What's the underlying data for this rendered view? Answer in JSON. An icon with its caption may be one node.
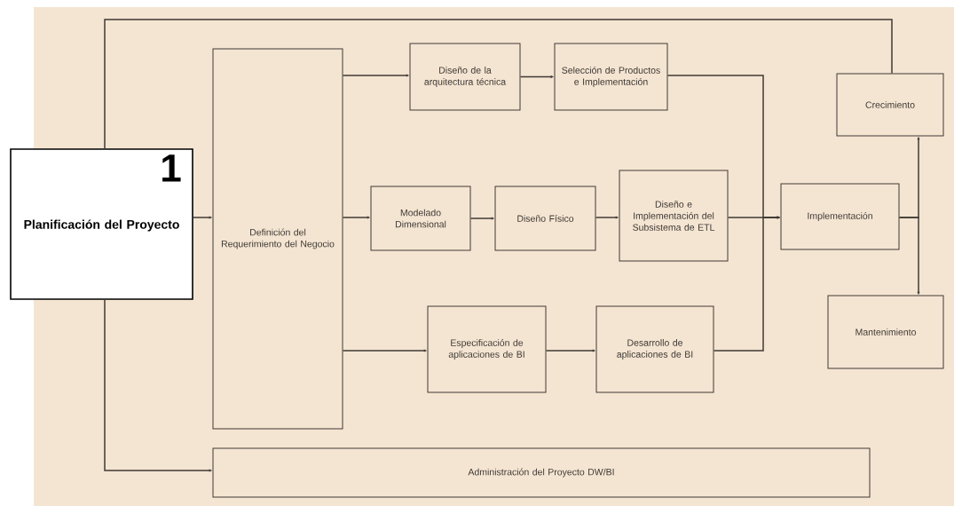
{
  "diagram": {
    "nodes": [
      {
        "text": [
          "1",
          "Planificación del Proyecto"
        ]
      },
      {
        "text": [
          "Definición del Requerimiento del Negocio"
        ]
      },
      {
        "text": [
          "Diseño de la arquitectura técnica"
        ]
      },
      {
        "text": [
          "Selección de Productos e Implementación"
        ]
      },
      {
        "text": [
          "Modelado Dimensional"
        ]
      },
      {
        "text": [
          "Diseño Físico"
        ]
      },
      {
        "text": [
          "Diseño e Implementación del Subsistema de ETL"
        ]
      },
      {
        "text": [
          "Implementación"
        ]
      },
      {
        "text": [
          "Crecimiento"
        ]
      },
      {
        "text": [
          "Mantenimiento"
        ]
      },
      {
        "text": [
          "Especificación de aplicaciones de BI"
        ]
      },
      {
        "text": [
          "Desarrollo de aplicaciones de BI"
        ]
      },
      {
        "text": [
          "Administración del Proyecto DW/BI"
        ]
      }
    ],
    "edges": [
      {
        "from": 0,
        "to": 1,
        "arrow": "to"
      },
      {
        "from": 1,
        "to": 2,
        "arrow": "to"
      },
      {
        "from": 2,
        "to": 3,
        "arrow": "to"
      },
      {
        "from": 1,
        "to": 4,
        "arrow": "to"
      },
      {
        "from": 4,
        "to": 5,
        "arrow": "to"
      },
      {
        "from": 5,
        "to": 6,
        "arrow": "to"
      },
      {
        "from": 3,
        "to": 7,
        "arrow": "to"
      },
      {
        "from": 6,
        "to": 7,
        "arrow": "to"
      },
      {
        "from": 11,
        "to": 7,
        "arrow": "to"
      },
      {
        "from": 1,
        "to": 10,
        "arrow": "to"
      },
      {
        "from": 10,
        "to": 11,
        "arrow": "to"
      },
      {
        "from": 7,
        "to": 8,
        "arrow": "to"
      },
      {
        "from": 7,
        "to": 9,
        "arrow": "to"
      },
      {
        "from": 8,
        "to": 0,
        "arrow": "none"
      },
      {
        "from": 0,
        "to": 12,
        "arrow": "to"
      }
    ]
  }
}
